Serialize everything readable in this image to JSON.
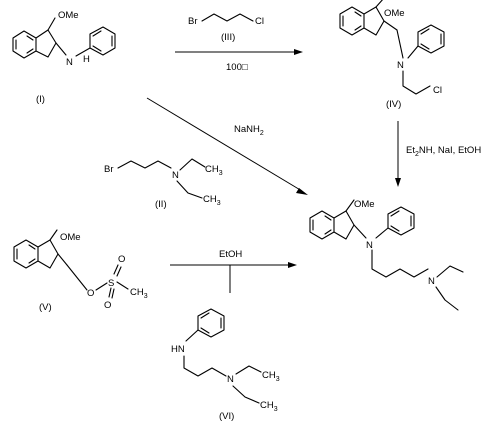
{
  "compounds": {
    "I": {
      "label": "(I)",
      "atoms": {
        "ome": "OMe",
        "nh": "N",
        "h": "H"
      }
    },
    "II": {
      "label": "(II)",
      "atoms": {
        "br": "Br",
        "n": "N",
        "ch3_upper": "CH",
        "ch3_upper_sub": "3",
        "ch3_lower": "CH",
        "ch3_lower_sub": "3"
      }
    },
    "III": {
      "label": "(III)",
      "atoms": {
        "br": "Br",
        "cl": "Cl"
      }
    },
    "IV": {
      "label": "(IV)",
      "atoms": {
        "ome": "OMe",
        "n": "N",
        "cl": "Cl"
      }
    },
    "V": {
      "label": "(V)",
      "atoms": {
        "ome": "OMe",
        "o": "O",
        "s": "S",
        "o_up": "O",
        "o_down": "O",
        "ch3": "CH",
        "ch3_sub": "3"
      }
    },
    "VI": {
      "label": "(VI)",
      "atoms": {
        "hn": "HN",
        "n": "N",
        "ch3_upper": "CH",
        "ch3_upper_sub": "3",
        "ch3_lower": "CH",
        "ch3_lower_sub": "3"
      }
    },
    "product": {
      "atoms": {
        "ome": "OMe",
        "n1": "N",
        "n2": "N"
      }
    }
  },
  "reagents": {
    "step1_temp": "100□",
    "step2_prefix": "Et",
    "step2_sub": "2",
    "step2_suffix": "NH, NaI, EtOH",
    "diagonal_prefix": "NaNH",
    "diagonal_sub": "2",
    "bottom": "EtOH"
  }
}
